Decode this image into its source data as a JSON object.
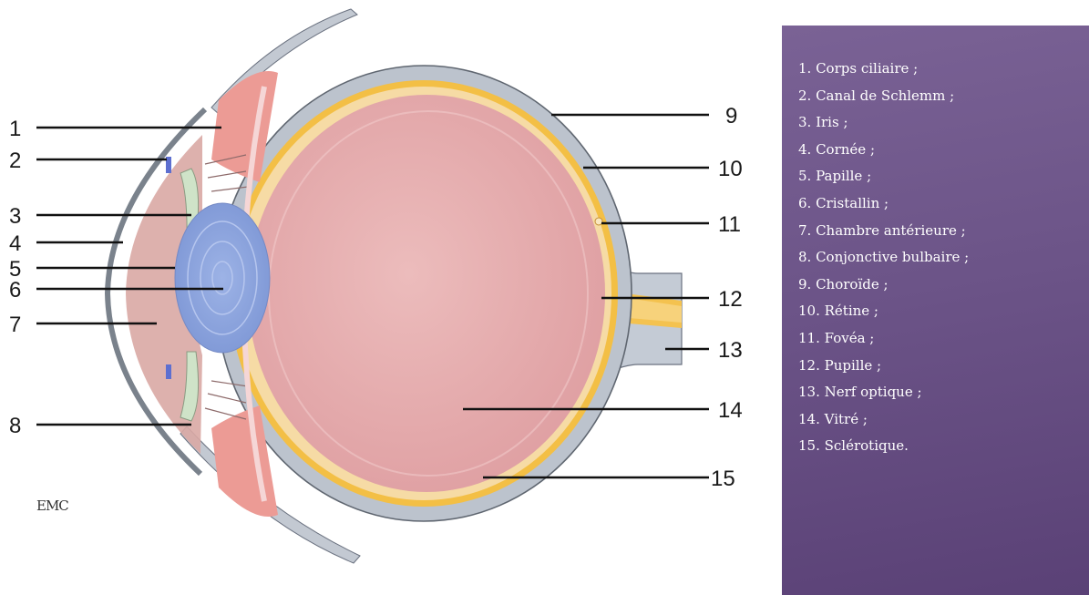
{
  "diagram": {
    "callout_numbers": {
      "n1": "1",
      "n2": "2",
      "n3": "3",
      "n4": "4",
      "n5": "5",
      "n6": "6",
      "n7": "7",
      "n8": "8",
      "n9": "9",
      "n10": "10",
      "n11": "11",
      "n12": "12",
      "n13": "13",
      "n14": "14",
      "n15": "15"
    },
    "logo_text": "EMC"
  },
  "legend": {
    "items": [
      "1. Corps ciliaire ;",
      "2. Canal de Schlemm ;",
      "3. Iris ;",
      "4. Cornée ;",
      "5. Papille ;",
      "6. Cristallin ;",
      "7. Chambre antérieure ;",
      "8. Conjonctive bulbaire ;",
      "9. Choroïde ;",
      "10.  Rétine ;",
      "11.  Fovéa ;",
      "12.  Pupille ;",
      "13.  Nerf optique ;",
      "14.  Vitré ;",
      "15.  Sclérotique."
    ]
  },
  "colors": {
    "legend_background": "#6c5488",
    "legend_text": "#ffffff",
    "vitreous": "#e6afb0",
    "choroid": "#f3bf45",
    "sclera": "#bcc3cd",
    "lens": "#8ea6dc",
    "ciliary_body": "#ec9b95"
  }
}
